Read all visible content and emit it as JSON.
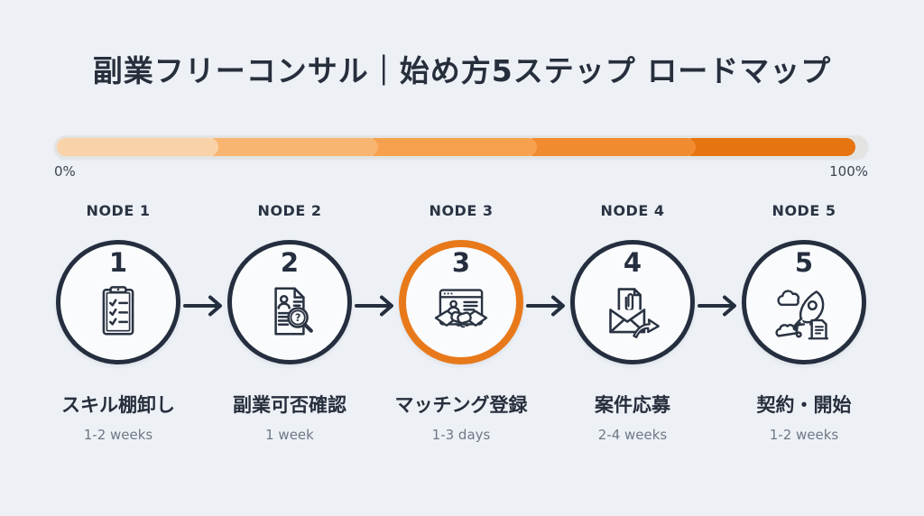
{
  "title": "副業フリーコンサル｜始め方5ステップ ロードマップ",
  "colors": {
    "background": "#EDF1F6",
    "dark_text": "#272E3C",
    "muted_text": "#6F7885",
    "accent_orange": "#E8791A",
    "circle_border": "#242E3E",
    "circle_fill": "#FAFBFD",
    "progress_track": "#E3E4E1",
    "progress_segments": [
      "#FAD2A8",
      "#F8B471",
      "#F7A14F",
      "#F18B30",
      "#E67411"
    ]
  },
  "progress": {
    "start_label": "0%",
    "end_label": "100%",
    "segment_count": 5
  },
  "nodes": [
    {
      "tag": "NODE 1",
      "number": "1",
      "icon": "clipboard-checklist-icon",
      "title": "スキル棚卸し",
      "duration": "1-2 weeks",
      "highlighted": false
    },
    {
      "tag": "NODE 2",
      "number": "2",
      "icon": "document-search-icon",
      "title": "副業可否確認",
      "duration": "1 week",
      "highlighted": false
    },
    {
      "tag": "NODE 3",
      "number": "3",
      "icon": "browser-handshake-icon",
      "title": "マッチング登録",
      "duration": "1-3 days",
      "highlighted": true
    },
    {
      "tag": "NODE 4",
      "number": "4",
      "icon": "envelope-send-icon",
      "title": "案件応募",
      "duration": "2-4 weeks",
      "highlighted": false
    },
    {
      "tag": "NODE 5",
      "number": "5",
      "icon": "rocket-launch-icon",
      "title": "契約・開始",
      "duration": "1-2 weeks",
      "highlighted": false
    }
  ]
}
